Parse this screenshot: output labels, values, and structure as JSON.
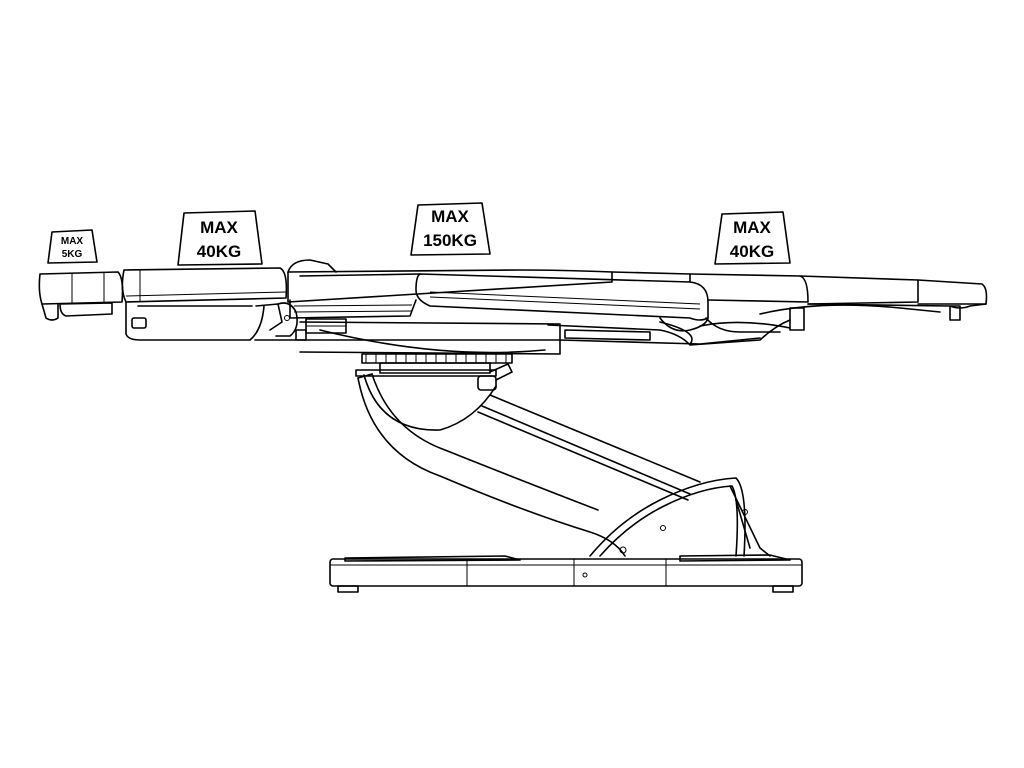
{
  "diagram": {
    "labels": [
      {
        "id": "head",
        "lines": [
          "MAX",
          "5KG"
        ]
      },
      {
        "id": "back",
        "lines": [
          "MAX",
          "40KG"
        ]
      },
      {
        "id": "seat",
        "lines": [
          "MAX",
          "150KG"
        ]
      },
      {
        "id": "leg",
        "lines": [
          "MAX",
          "40KG"
        ]
      }
    ]
  }
}
